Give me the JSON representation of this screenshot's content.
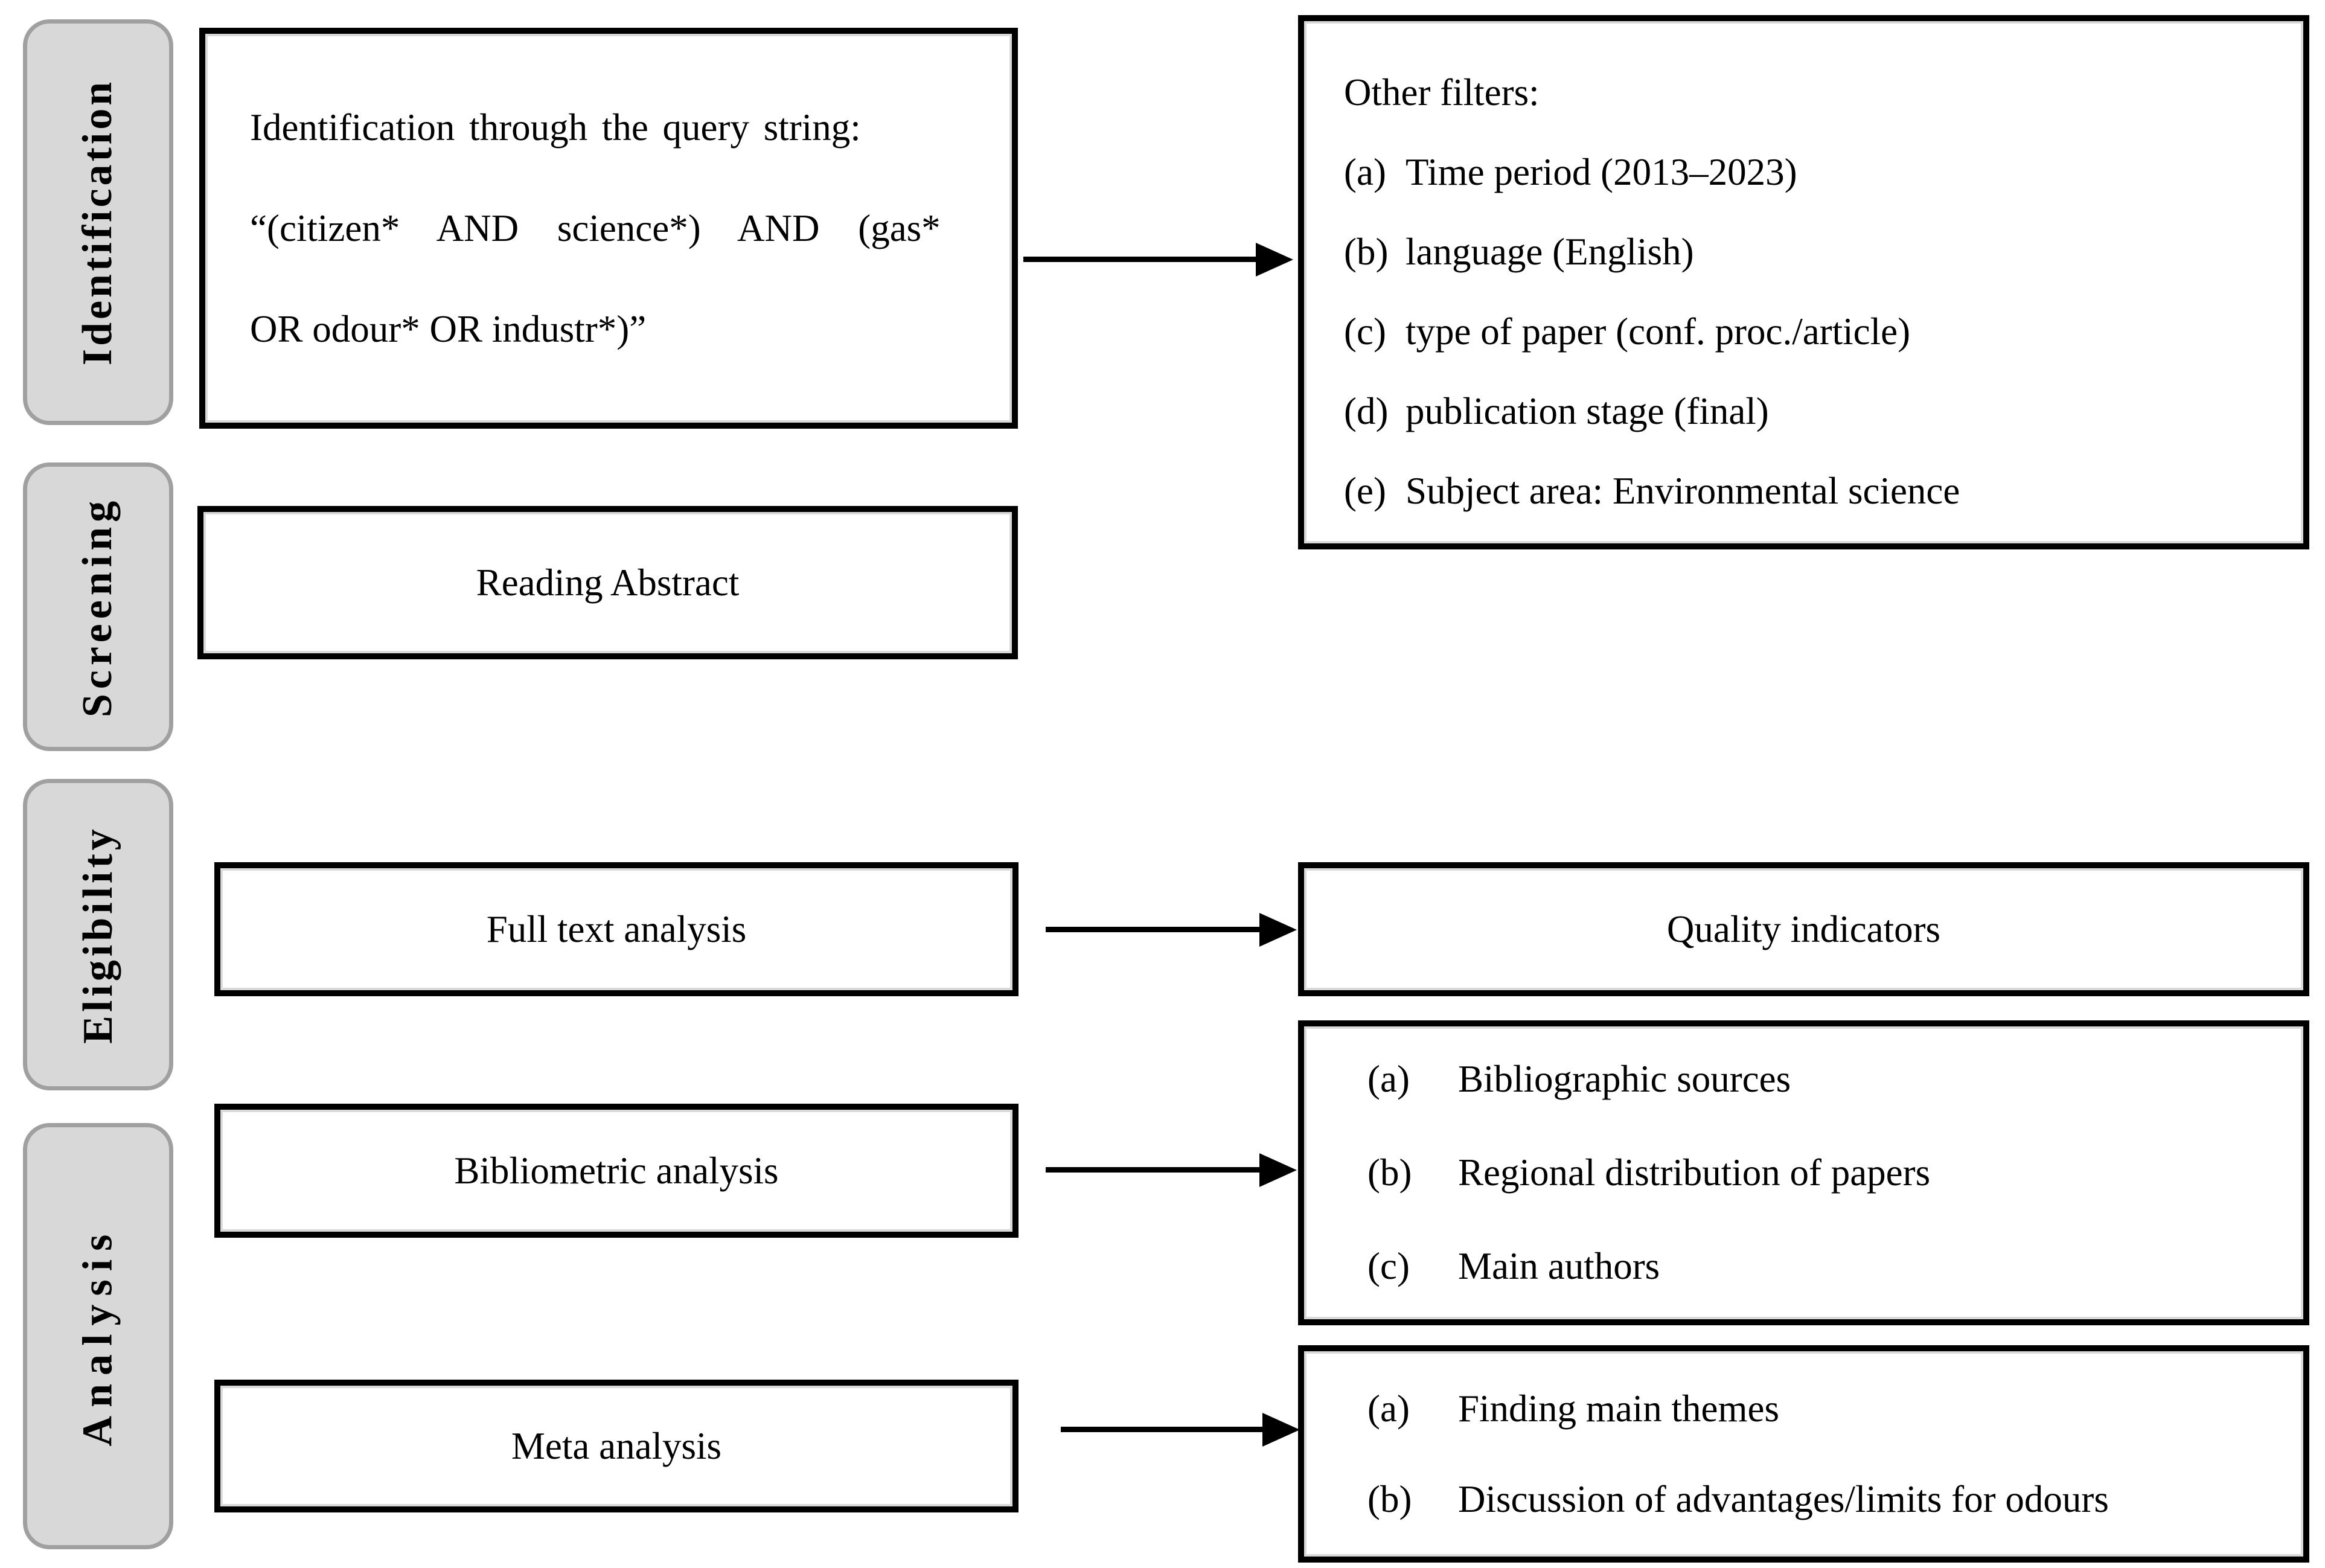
{
  "figure": {
    "type": "methodology-flow-diagram"
  },
  "colors": {
    "background": "#ffffff",
    "box_border": "#000000",
    "stage_fill": "#d8d8d8",
    "stage_border": "#a0a0a0",
    "text": "#000000"
  },
  "stages": [
    {
      "label": "Identification"
    },
    {
      "label": "Screening"
    },
    {
      "label": "Eligibility"
    },
    {
      "label": "Analysis"
    }
  ],
  "middle": {
    "query": {
      "line1": "Identification through the query string:",
      "line2": "“(citizen* AND science*) AND (gas*",
      "line3": "OR odour* OR industr*)”"
    },
    "reading_abstract": "Reading Abstract",
    "full_text_analysis": "Full text analysis",
    "bibliometric_analysis": "Bibliometric analysis",
    "meta_analysis": "Meta analysis"
  },
  "right": {
    "other_filters": {
      "title": "Other filters:",
      "items": [
        {
          "marker": "(a)",
          "text": "Time period (2013–2023)"
        },
        {
          "marker": "(b)",
          "text": "language (English)"
        },
        {
          "marker": "(c)",
          "text": "type of paper (conf. proc./article)"
        },
        {
          "marker": "(d)",
          "text": "publication stage (final)"
        },
        {
          "marker": "(e)",
          "text": "Subject area: Environmental science"
        }
      ]
    },
    "quality_indicators": "Quality indicators",
    "bibliometric_outputs": [
      {
        "marker": "(a)",
        "text": "Bibliographic sources"
      },
      {
        "marker": "(b)",
        "text": "Regional distribution of papers"
      },
      {
        "marker": "(c)",
        "text": "Main authors"
      }
    ],
    "meta_outputs": [
      {
        "marker": "(a)",
        "text": "Finding main themes"
      },
      {
        "marker": "(b)",
        "text": "Discussion of advantages/limits for odours"
      }
    ]
  }
}
